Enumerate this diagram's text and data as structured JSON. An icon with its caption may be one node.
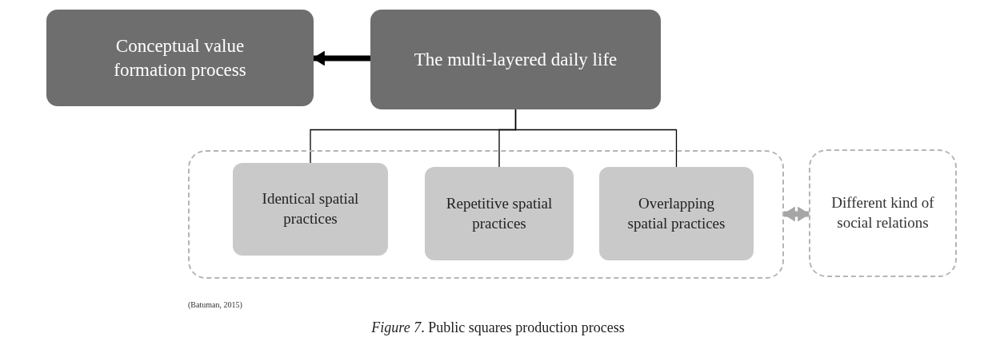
{
  "diagram": {
    "caption": "*Figure 7*. Public squares production process",
    "nodes": [
      {
        "text": [
          "Conceptual value formation process"
        ]
      },
      {
        "text": [
          "The multi-layered daily life"
        ]
      },
      {
        "text": [],
        "shape": "box"
      },
      {
        "text": [
          "Identical spatial practices"
        ],
        "in": 2
      },
      {
        "text": [
          "Repetitive spatial practices"
        ],
        "in": 2
      },
      {
        "text": [
          "Overlapping spatial practices"
        ],
        "in": 2
      },
      {
        "text": [
          "Different kind of social relations"
        ]
      }
    ],
    "edges": [
      {
        "from": 1,
        "to": 0,
        "arrow": "to",
        "style": "thick"
      },
      {
        "from": 1,
        "to": 3,
        "arrow": "none"
      },
      {
        "from": 1,
        "to": 4,
        "arrow": "none"
      },
      {
        "from": 1,
        "to": 5,
        "arrow": "none"
      },
      {
        "from": 2,
        "to": 6,
        "arrow": "both",
        "style": "thick",
        "color": "#a6a6a6"
      }
    ],
    "labels": [
      "(Batuman, 2015)"
    ]
  }
}
